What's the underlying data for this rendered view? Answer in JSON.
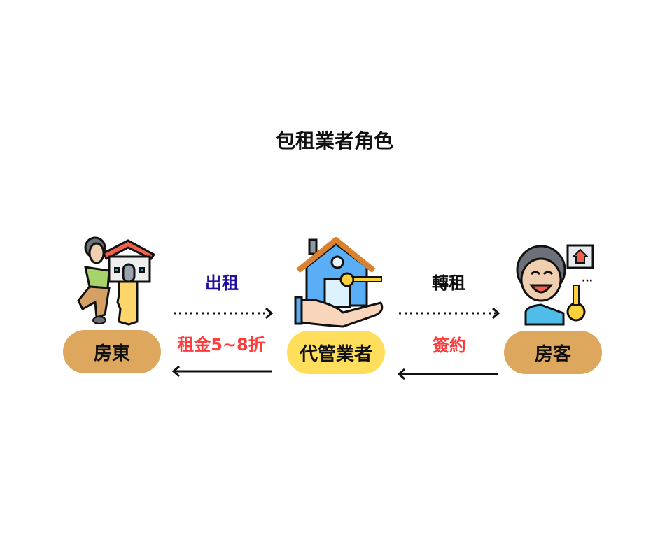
{
  "title": "包租業者角色",
  "nodes": {
    "landlord": "房東",
    "manager": "代管業者",
    "tenant": "房客"
  },
  "edges": {
    "lease_out": "出租",
    "rent_discount": "租金5~8折",
    "sublease": "轉租",
    "sign_contract": "簽約"
  },
  "colors": {
    "landlord_pill": "#dea75e",
    "manager_pill": "#fede5a",
    "tenant_pill": "#dea75e",
    "blue_label": "#1f0fa0",
    "red_label": "#ff3b3b"
  }
}
